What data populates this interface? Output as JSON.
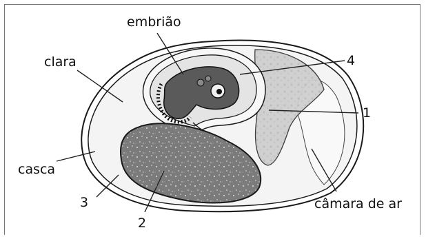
{
  "labels": {
    "embriao": "embrião",
    "clara": "clara",
    "casca": "casca",
    "n4": "4",
    "n1": "1",
    "n3": "3",
    "n2": "2",
    "camara": "câmara de ar"
  },
  "colors": {
    "shell": "#ffffff",
    "albumen": "#f3f3f3",
    "yolk": "#7e7e7e",
    "embryo": "#5a5a5a",
    "amnion_fluid": "#e2e2e2",
    "allantois": "#d4d4d4",
    "outline": "#1a1a1a"
  }
}
